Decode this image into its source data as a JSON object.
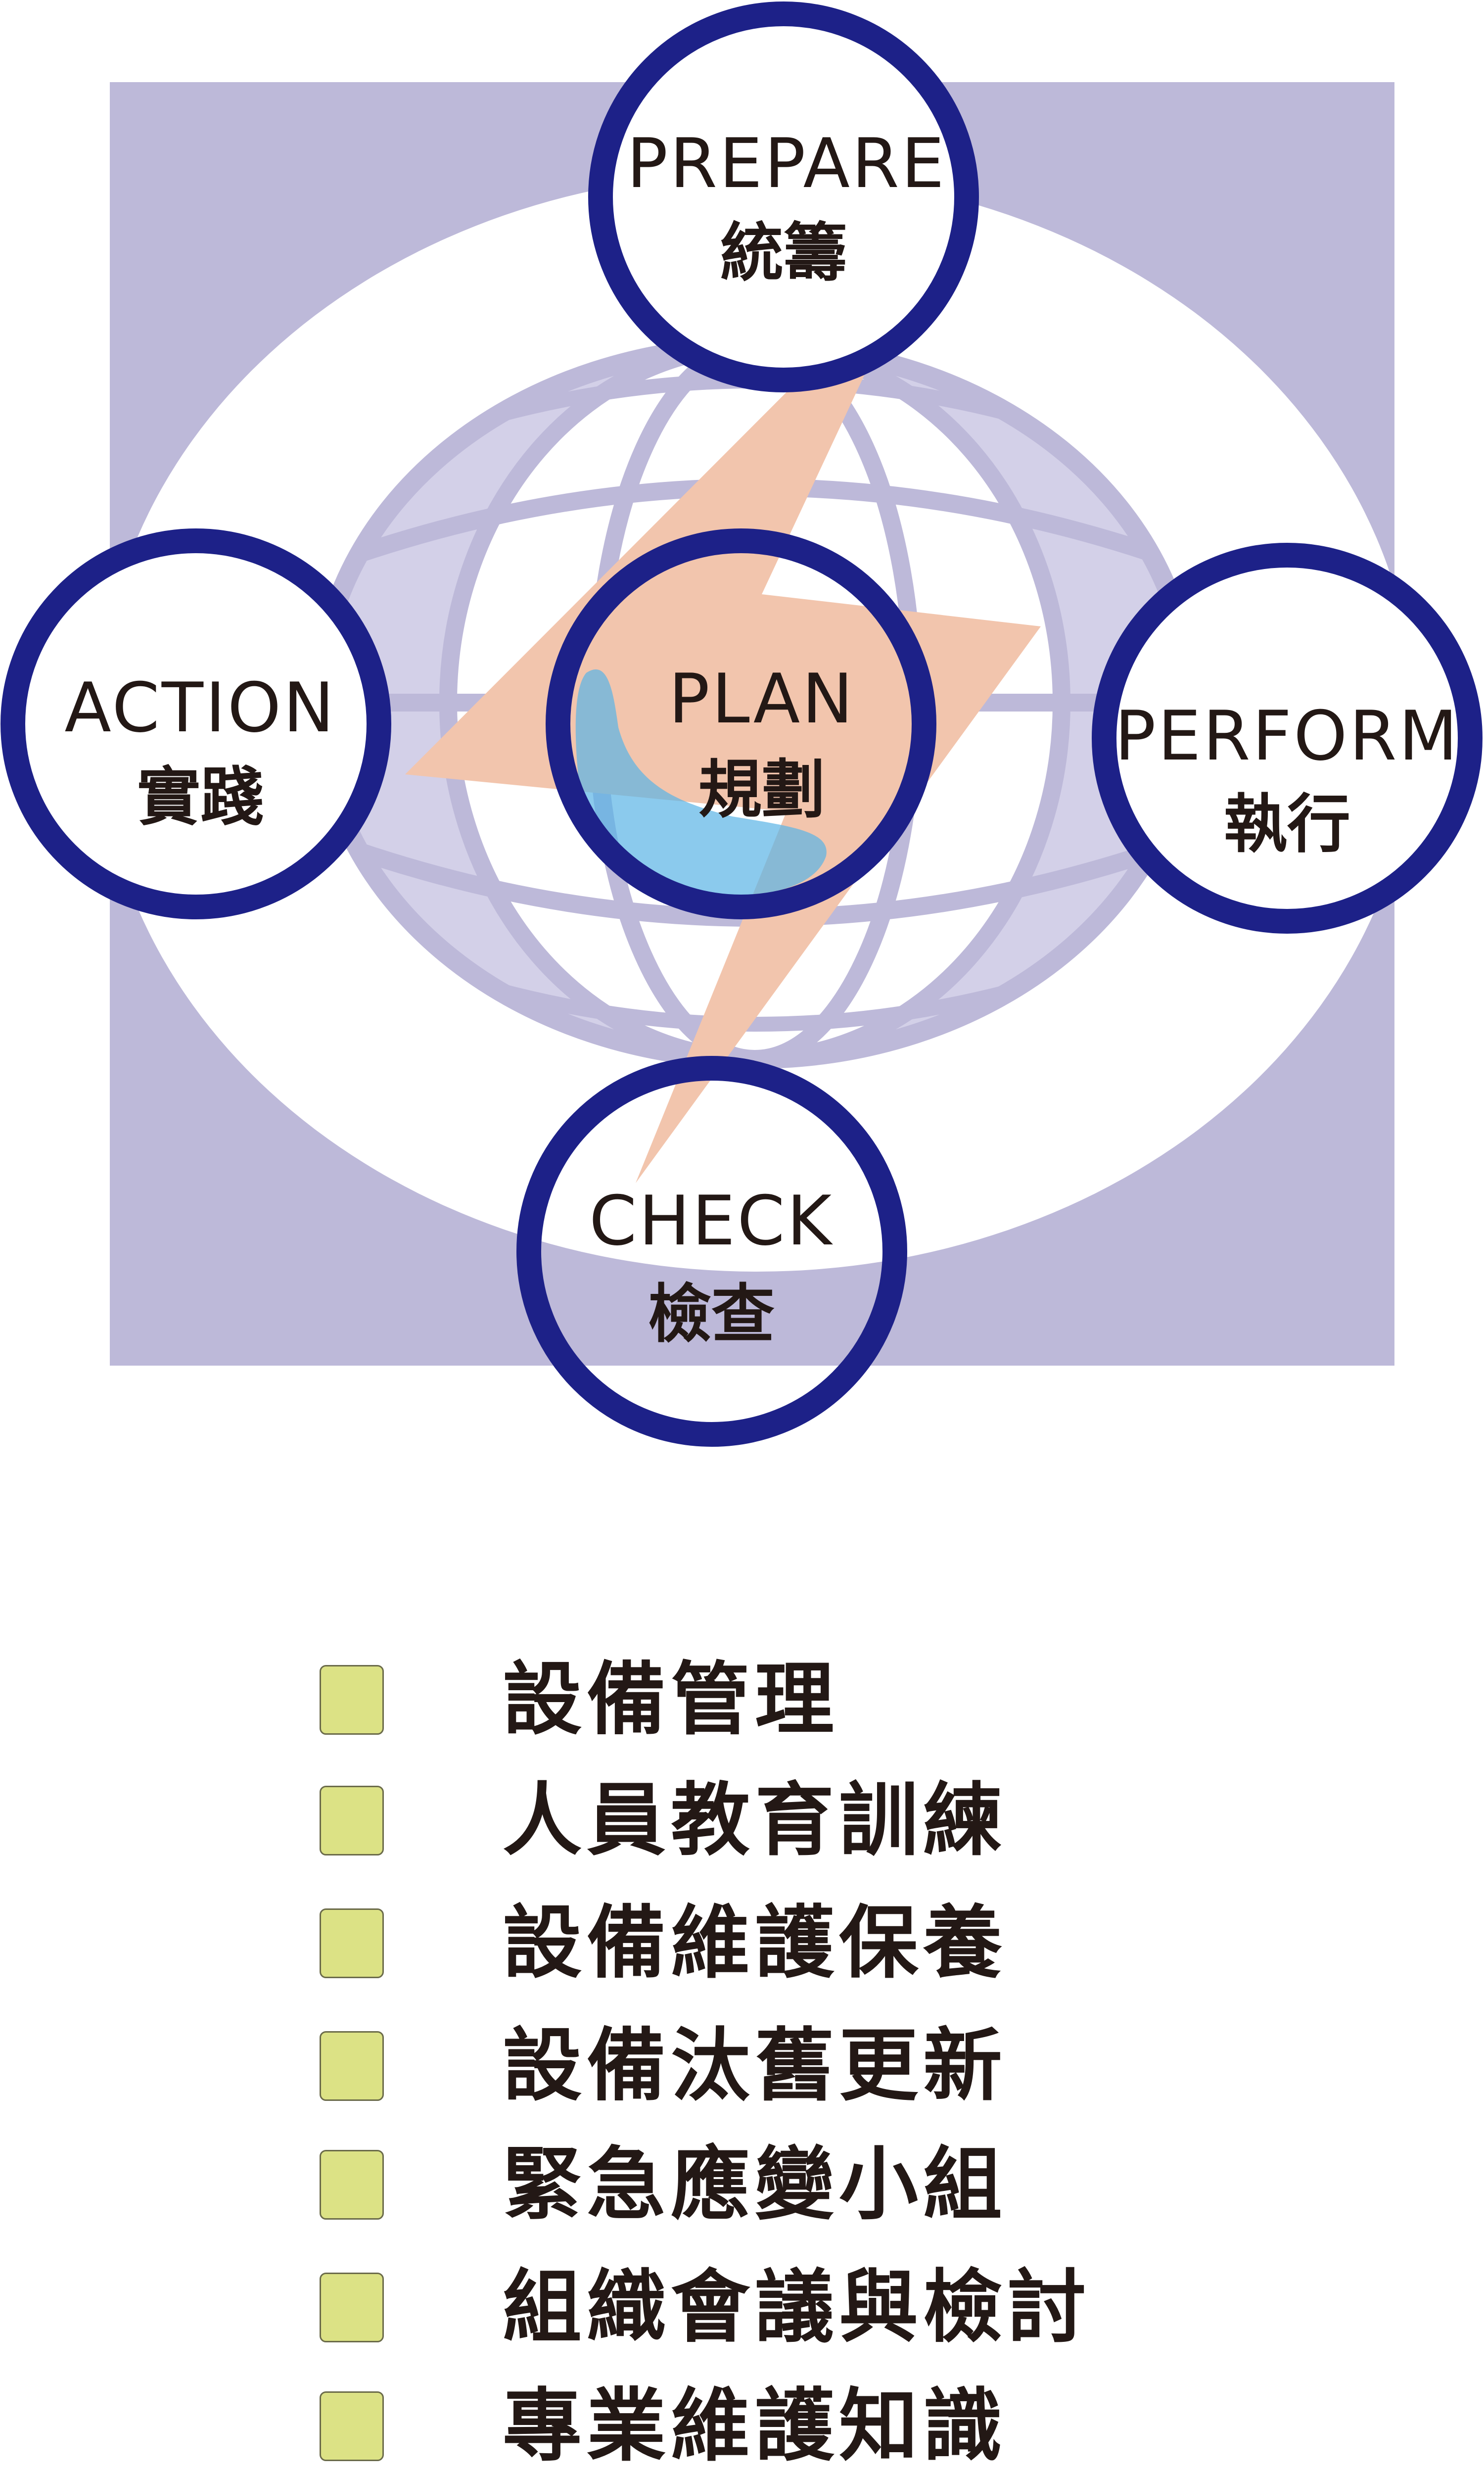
{
  "colors": {
    "background_square": "#bdb9d9",
    "ellipse": "#ffffff",
    "globe": "#bdb9d9",
    "globe_fill": "#d3d0e8",
    "bolt": "#f2c5ad",
    "blob": "#5ab4e6",
    "ring": "#1d2188",
    "checkbox": "#dce285",
    "text": "#231815"
  },
  "cycle": {
    "prepare": {
      "en": "PREPARE",
      "zh": "統籌"
    },
    "action": {
      "en": "ACTION",
      "zh": "實踐"
    },
    "plan": {
      "en": "PLAN",
      "zh": "規劃"
    },
    "perform": {
      "en": "PERFORM",
      "zh": "執行"
    },
    "check": {
      "en": "CHECK",
      "zh": "檢查"
    }
  },
  "items": [
    {
      "label": "設備管理"
    },
    {
      "label": "人員教育訓練"
    },
    {
      "label": "設備維護保養"
    },
    {
      "label": "設備汰舊更新"
    },
    {
      "label": "緊急應變小組"
    },
    {
      "label": "組織會議與檢討"
    },
    {
      "label": "專業維護知識"
    }
  ]
}
